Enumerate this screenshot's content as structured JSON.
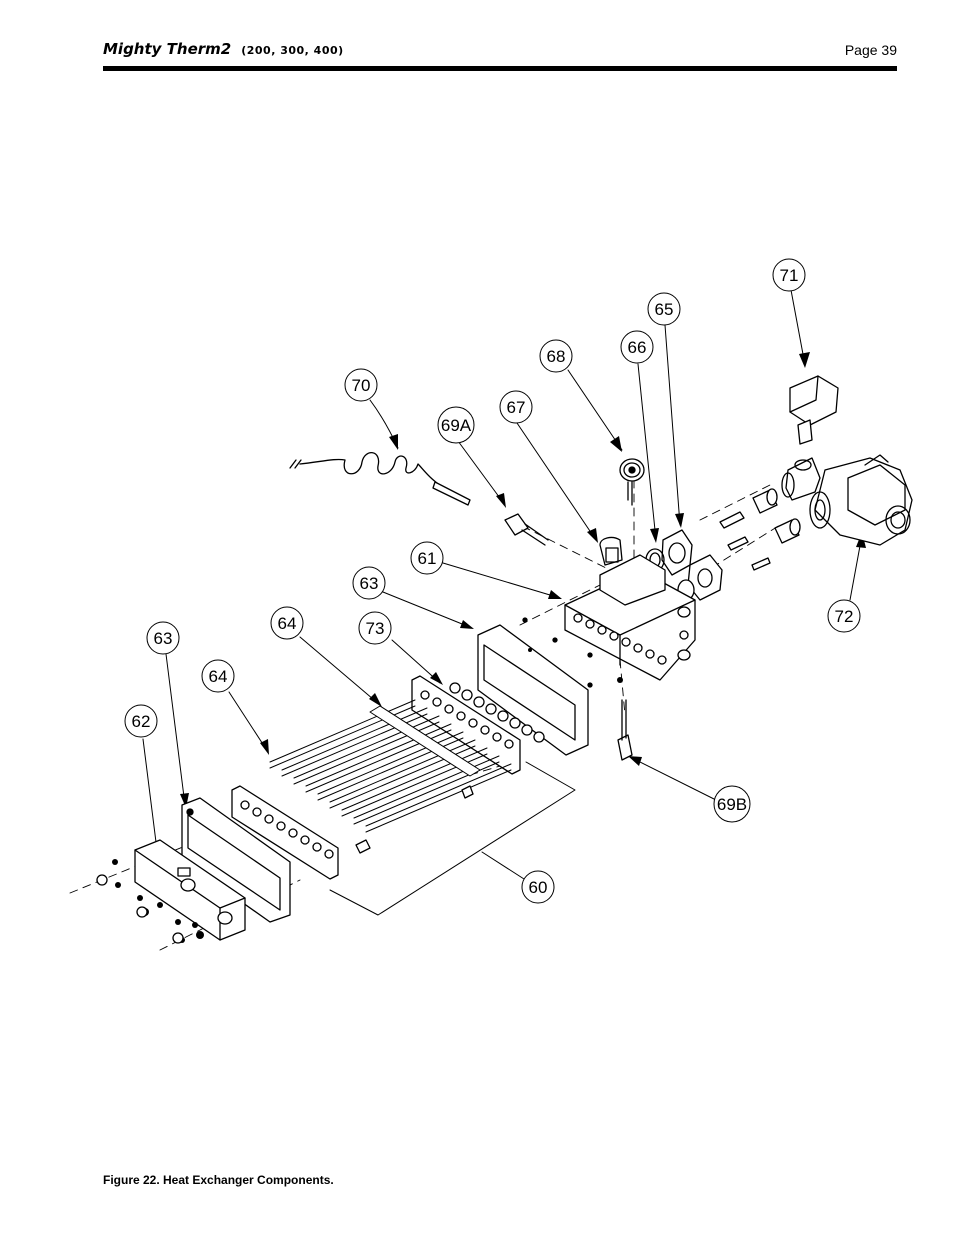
{
  "header": {
    "title": "Mighty Therm2",
    "models": "(200, 300, 400)",
    "page": "Page 39"
  },
  "caption": "Figure 22. Heat Exchanger Components.",
  "callouts": [
    "71",
    "65",
    "66",
    "68",
    "70",
    "67",
    "69A",
    "61",
    "63",
    "64",
    "73",
    "63",
    "64",
    "62",
    "72",
    "69B",
    "60"
  ]
}
